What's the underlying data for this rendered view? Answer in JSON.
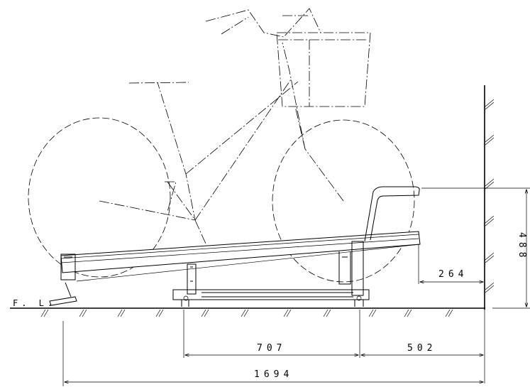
{
  "floor": {
    "label": "F. L."
  },
  "dimensions": {
    "height": "488",
    "wall_offset": "264",
    "base_span": "707",
    "wall_span": "502",
    "total_length": "1694"
  }
}
